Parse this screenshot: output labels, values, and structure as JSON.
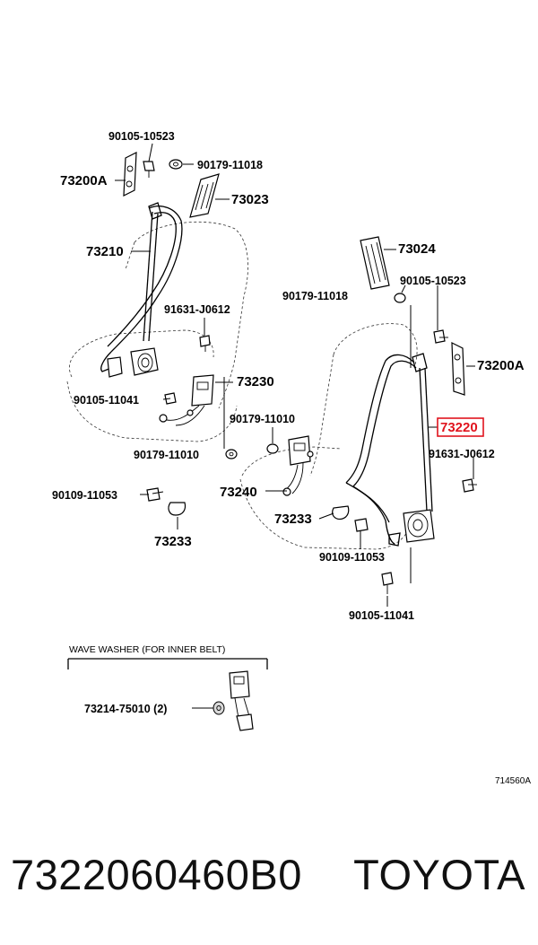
{
  "labels": {
    "tl_bolt_a": "90105-10523",
    "tl_washer": "90179-11018",
    "tl_anchor": "73200A",
    "tl_cover": "73023",
    "tl_belt": "73210",
    "tl_bolt_b": "91631-J0612",
    "tl_buckle": "73230",
    "tl_bolt_c": "90105-11041",
    "tl_washer_b": "90179-11010",
    "tl_bolt_d": "90109-11053",
    "tl_guide": "73233",
    "tr_cover": "73024",
    "tr_bolt_a": "90105-10523",
    "tr_washer": "90179-11018",
    "tr_anchor": "73200A",
    "tr_belt": "73220",
    "tr_bolt_b": "91631-J0612",
    "tr_washer_b": "90179-11010",
    "tr_buckle": "73240",
    "tr_guide": "73233",
    "tr_bolt_d": "90109-11053",
    "tr_bolt_c": "90105-11041",
    "inset_title": "WAVE WASHER (FOR INNER BELT)",
    "inset_part": "73214-75010 (2)",
    "drawing_no": "714560A"
  },
  "footer": {
    "part_number": "7322060460B0",
    "brand": "TOYOTA"
  },
  "colors": {
    "highlight": "#e0141e",
    "ink": "#000000"
  }
}
